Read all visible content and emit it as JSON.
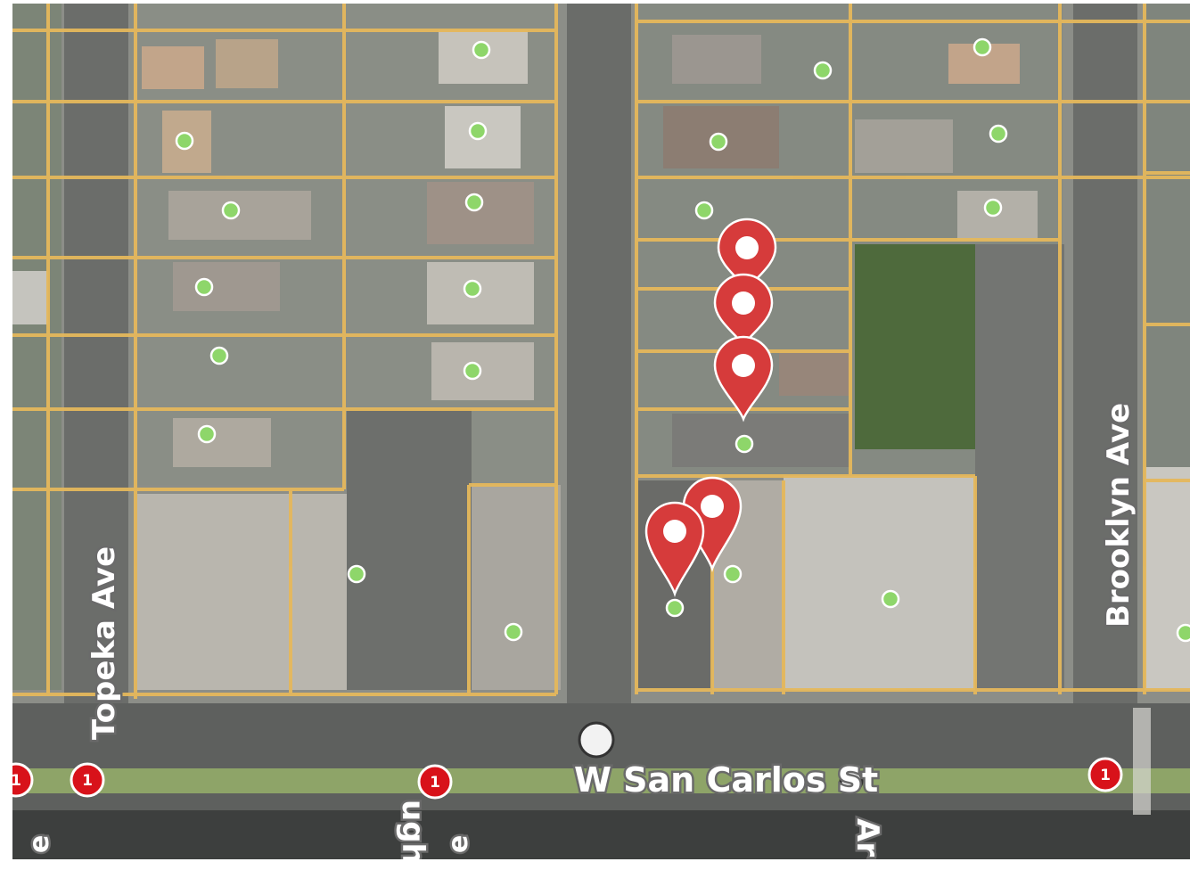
{
  "map": {
    "colors": {
      "parcel_line": "#e5b85c",
      "parcel_dot": "#8ed66a",
      "marker": "#d63b3b",
      "badge": "#d8121a",
      "road": "#5e605e",
      "lawn": "#6f8650",
      "roof": "#bdb8ac"
    },
    "street_labels": {
      "w_san_carlos": "W San Carlos St",
      "brooklyn": "Brooklyn Ave",
      "topeka": "Topeka Ave",
      "vaughn_partial": "ugh",
      "arleta_partial": "Ar",
      "partial_e1": "e",
      "partial_e2": "e"
    },
    "transit_badges": [
      {
        "label": "1"
      },
      {
        "label": "1"
      },
      {
        "label": "1"
      },
      {
        "label": "1"
      }
    ],
    "markers": [
      {
        "icon": "map-pin-icon"
      },
      {
        "icon": "map-pin-icon"
      },
      {
        "icon": "map-pin-icon"
      },
      {
        "icon": "map-pin-icon"
      },
      {
        "icon": "map-pin-icon"
      }
    ]
  }
}
